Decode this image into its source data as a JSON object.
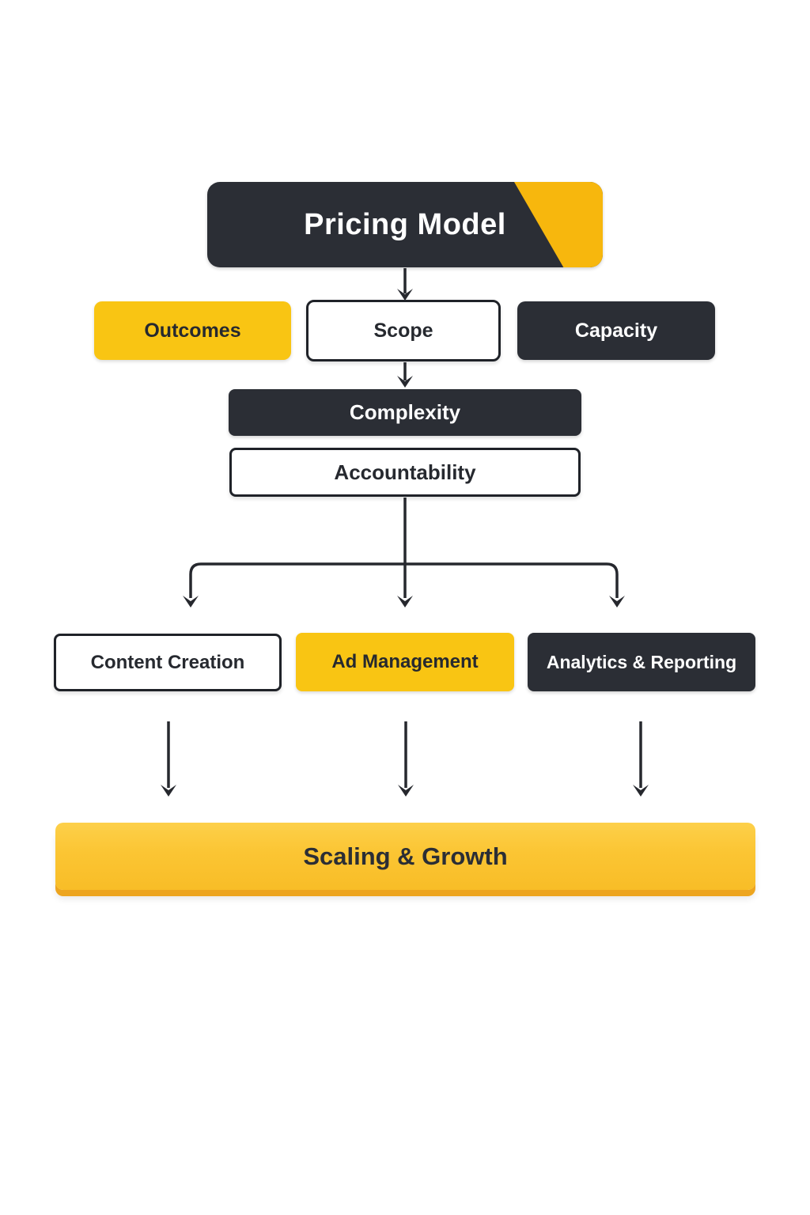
{
  "diagram_title": "Pricing Model",
  "nodes": {
    "pricing_model": {
      "label": "Pricing Model",
      "style": "dark-with-yellow-corner"
    },
    "outcomes": {
      "label": "Outcomes",
      "style": "yellow"
    },
    "scope": {
      "label": "Scope",
      "style": "white-outline"
    },
    "capacity": {
      "label": "Capacity",
      "style": "dark"
    },
    "complexity": {
      "label": "Complexity",
      "style": "dark"
    },
    "accountability": {
      "label": "Accountability",
      "style": "white-outline"
    },
    "content_creation": {
      "label": "Content Creation",
      "style": "white-outline"
    },
    "ad_management": {
      "label": "Ad Management",
      "style": "yellow"
    },
    "analytics_reporting": {
      "label": "Analytics & Reporting",
      "style": "dark"
    },
    "scaling_growth": {
      "label": "Scaling & Growth",
      "style": "yellow-gradient-bar"
    }
  },
  "edges": [
    {
      "from": "pricing_model",
      "to": "scope"
    },
    {
      "from": "scope",
      "to": "complexity"
    },
    {
      "from": "accountability",
      "to": "content_creation"
    },
    {
      "from": "accountability",
      "to": "ad_management"
    },
    {
      "from": "accountability",
      "to": "analytics_reporting"
    },
    {
      "from": "content_creation",
      "to": "scaling_growth"
    },
    {
      "from": "ad_management",
      "to": "scaling_growth"
    },
    {
      "from": "analytics_reporting",
      "to": "scaling_growth"
    }
  ],
  "colors": {
    "dark": "#2b2e35",
    "yellow": "#f9c513",
    "corner_yellow": "#f7b70d",
    "bar_yellow_top": "#fdd04a",
    "bar_yellow_bottom": "#f8bd27",
    "bar_lip": "#eda51f",
    "arrow": "#26282e",
    "text_on_yellow": "#26292f",
    "text_on_dark": "#ffffff",
    "background": "#ffffff"
  }
}
